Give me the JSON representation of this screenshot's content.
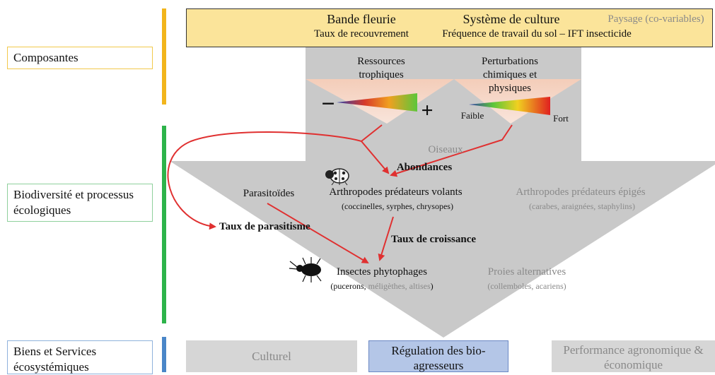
{
  "sidebar": {
    "components": "Composantes",
    "biodiversity": "Biodiversité et processus écologiques",
    "services": "Biens et Services écosystémiques"
  },
  "banner": {
    "bande_fleurie": "Bande fleurie",
    "taux_recouvrement": "Taux de recouvrement",
    "systeme_culture": "Système de culture",
    "frequence_travail": "Fréquence de travail du sol – IFT insecticide",
    "paysage": "Paysage (co-variables)"
  },
  "inputs": {
    "ressources": "Ressources trophiques",
    "perturbations": "Perturbations chimiques et physiques",
    "minus": "−",
    "plus": "+",
    "faible": "Faible",
    "fort": "Fort"
  },
  "nodes": {
    "oiseaux": "Oiseaux",
    "abondances": "Abondances",
    "parasitoides": "Parasitoïdes",
    "arthropodes_volants": "Arthropodes prédateurs volants",
    "arthropodes_volants_sub": "(coccinelles, syrphes, chrysopes)",
    "arthropodes_epiges": "Arthropodes prédateurs épigés",
    "arthropodes_epiges_sub": "(carabes, araignées, staphylins)",
    "taux_parasitisme": "Taux de parasitisme",
    "taux_croissance": "Taux de croissance",
    "insectes": "Insectes phytophages",
    "insectes_sub_a": "(pucerons, ",
    "insectes_sub_b": "méligèthes, altises",
    "insectes_sub_c": ")",
    "proies": "Proies alternatives",
    "proies_sub": "(collemboles, acariens)"
  },
  "services": {
    "culturel": "Culturel",
    "regulation": "Régulation des bio-agresseurs",
    "performance": "Performance agronomique & économique"
  },
  "colors": {
    "yellow_bar": "#f2b51c",
    "green_bar": "#2db34a",
    "blue_bar": "#4a86c8",
    "banner": "#fbe49a",
    "arrow_gray": "#c9c9c9",
    "red": "#e03030",
    "regulation_box": "#b4c6e7"
  },
  "icons": [
    "ladybug-icon",
    "beetle-icon"
  ]
}
